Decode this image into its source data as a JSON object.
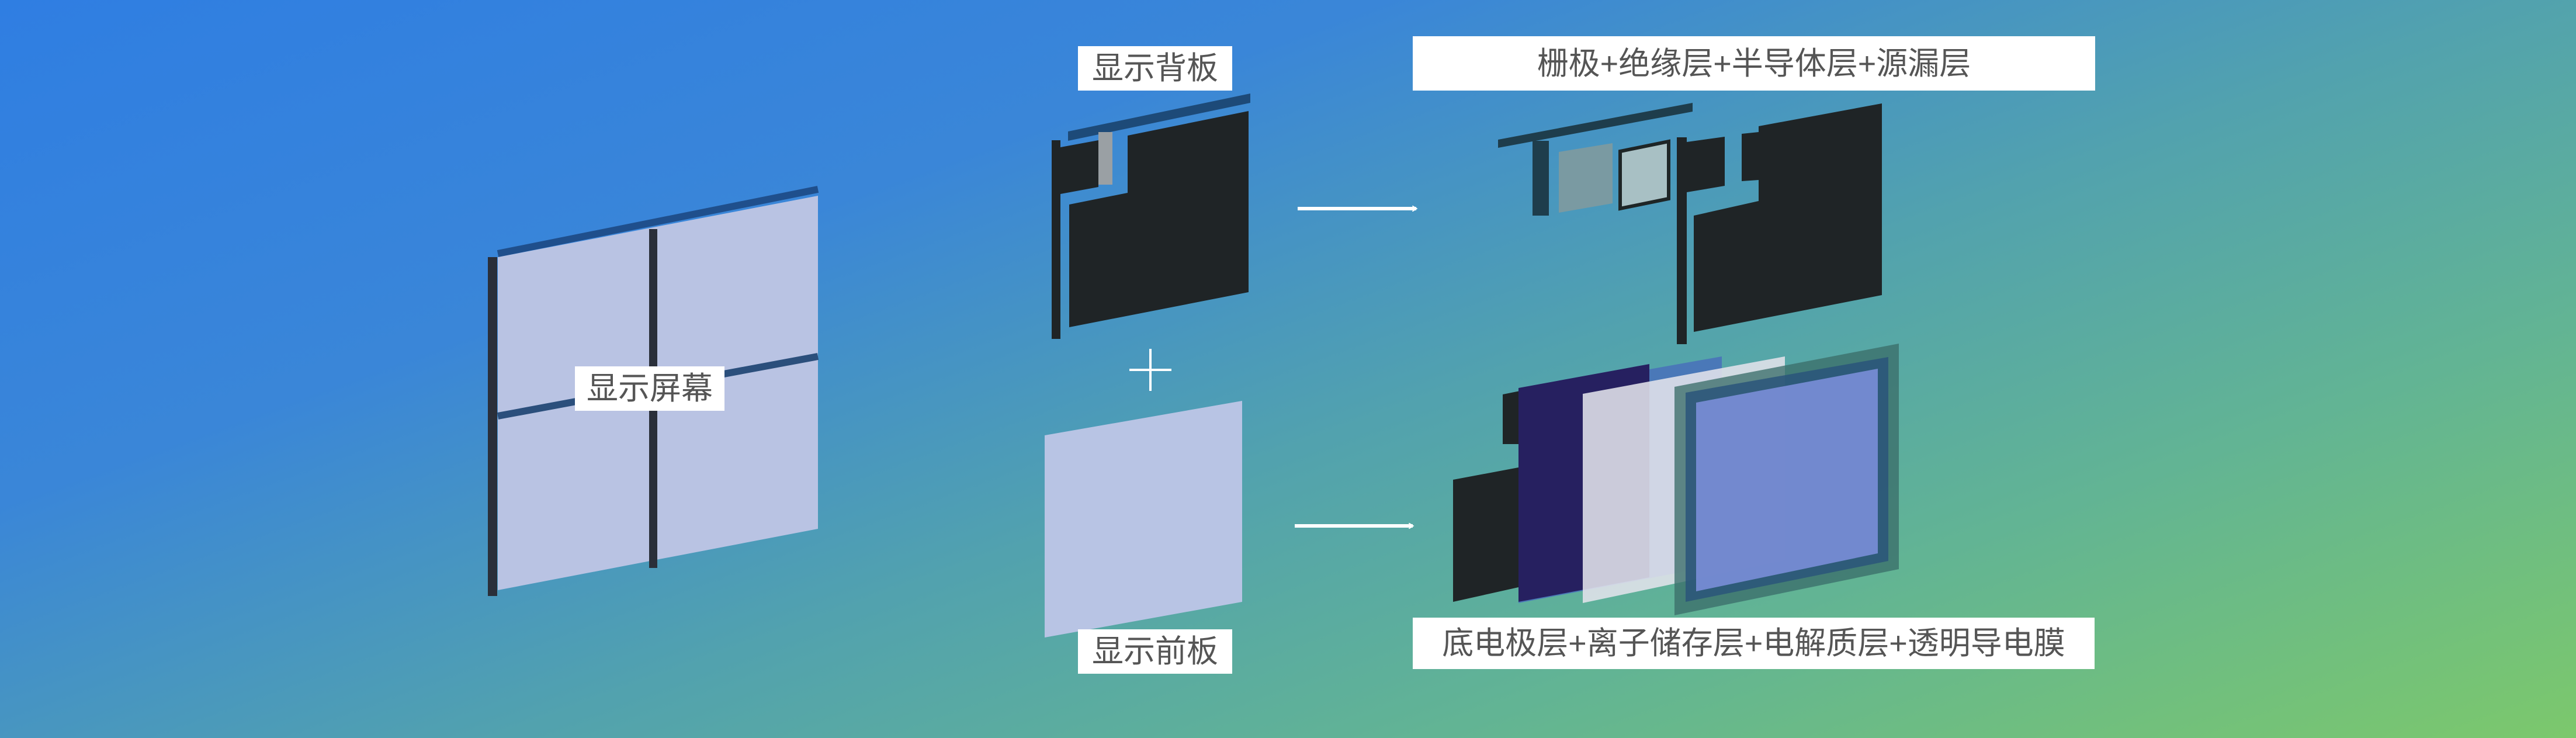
{
  "labels": {
    "display_screen": "显示屏幕",
    "backplane": "显示背板",
    "frontplane": "显示前板",
    "backplane_layers": "栅极+绝缘层+半导体层+源漏层",
    "frontplane_layers": "底电极层+离子储存层+电解质层+透明导电膜"
  },
  "icons": {
    "combine": "plus-icon",
    "arrow": "arrow-right-icon"
  },
  "colors": {
    "gradient_start": "#2f7ee2",
    "gradient_end": "#7cc86c",
    "pane": "#b9c3e3",
    "dark_layer": "#1f2426",
    "navy_layer": "#262060"
  }
}
